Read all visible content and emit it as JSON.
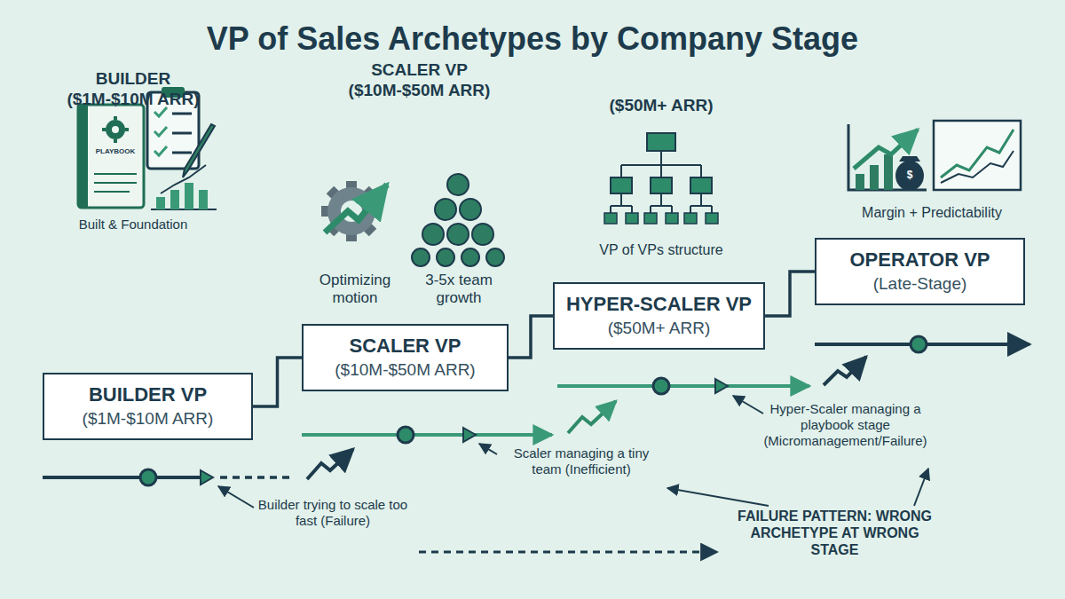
{
  "diagram": {
    "title": "VP of Sales Archetypes by Company Stage",
    "nodes": [
      {
        "text": [
          "BUILDER VP",
          "($1M-$10M ARR)"
        ]
      },
      {
        "text": [
          "SCALER VP",
          "($10M-$50M ARR)"
        ]
      },
      {
        "text": [
          "HYPER-SCALER VP",
          "($50M+ ARR)"
        ]
      },
      {
        "text": [
          "OPERATOR VP",
          "(Late-Stage)"
        ]
      }
    ],
    "edges": [
      {
        "from": 0,
        "to": 1,
        "arrow": "none"
      },
      {
        "from": 1,
        "to": 2,
        "arrow": "none"
      },
      {
        "from": 2,
        "to": 3,
        "arrow": "none"
      }
    ],
    "labels": [
      "BUILDER ($1M-$10M ARR)",
      "Built & Foundation",
      "PLAYBOOK",
      "SCALER VP ($10M-$50M ARR)",
      "Optimizing motion",
      "3-5x team growth",
      "($50M+ ARR)",
      "VP of VPs structure",
      "Margin + Predictability",
      "Builder trying to scale too fast (Failure)",
      "Scaler managing a tiny team (Inefficient)",
      "Hyper-Scaler managing a playbook stage (Micromanagement/Failure)",
      "FAILURE PATTERN: WRONG ARCHETYPE AT WRONG STAGE",
      "$"
    ]
  }
}
